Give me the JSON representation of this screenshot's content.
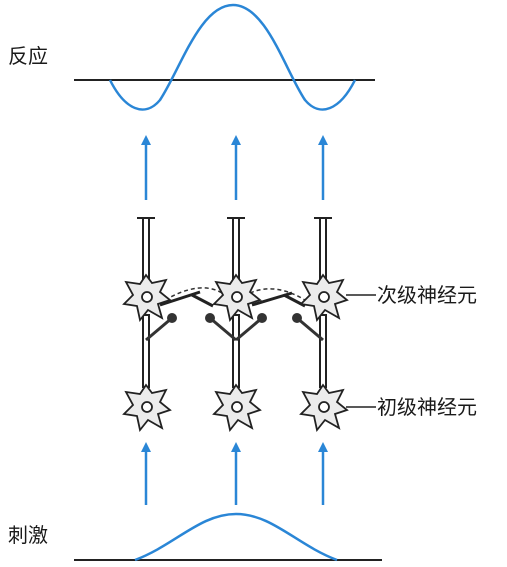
{
  "labels": {
    "response": "反应",
    "stimulus": "刺激",
    "secondary_neuron": "次级神经元",
    "primary_neuron": "初级神经元"
  },
  "colors": {
    "curve": "#2a86d6",
    "arrow": "#2a86d6",
    "neuron_fill": "#ececec",
    "neuron_stroke": "#222222",
    "line": "#222222"
  },
  "icons": {
    "neuron": "neuron-icon",
    "arrow": "up-arrow-icon"
  }
}
